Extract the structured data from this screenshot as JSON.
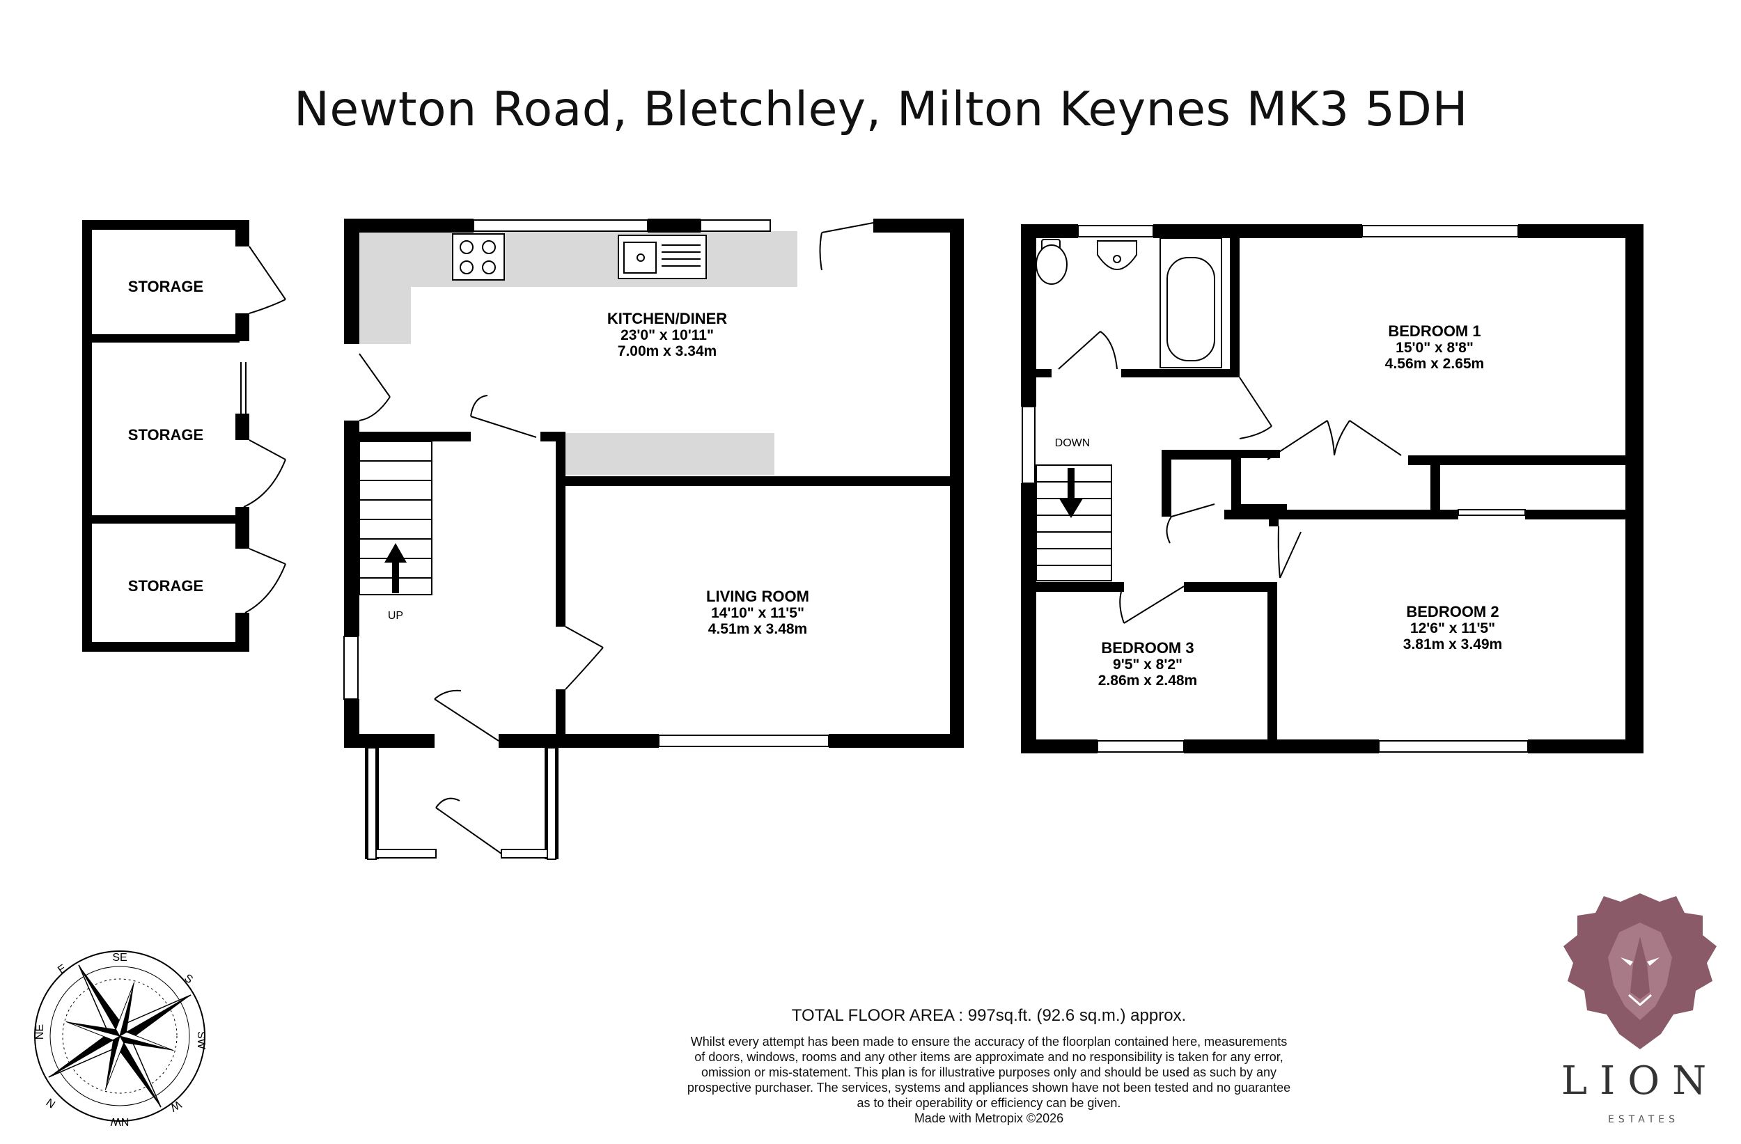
{
  "title": "Newton Road, Bletchley, Milton Keynes MK3 5DH",
  "rooms": {
    "storage_1": "STORAGE",
    "storage_2": "STORAGE",
    "storage_3": "STORAGE",
    "kitchen": {
      "name": "KITCHEN/DINER",
      "imperial": "23'0\"  x 10'11\"",
      "metric": "7.00m  x 3.34m"
    },
    "living": {
      "name": "LIVING ROOM",
      "imperial": "14'10\"  x 11'5\"",
      "metric": "4.51m  x 3.48m"
    },
    "bedroom1": {
      "name": "BEDROOM 1",
      "imperial": "15'0\"  x 8'8\"",
      "metric": "4.56m  x 2.65m"
    },
    "bedroom2": {
      "name": "BEDROOM 2",
      "imperial": "12'6\"  x 11'5\"",
      "metric": "3.81m  x 3.49m"
    },
    "bedroom3": {
      "name": "BEDROOM 3",
      "imperial": "9'5\"  x 8'2\"",
      "metric": "2.86m  x 2.48m"
    }
  },
  "stairs": {
    "up": "UP",
    "down": "DOWN"
  },
  "compass": {
    "labels": [
      "SE",
      "S",
      "SW",
      "W",
      "NW",
      "N",
      "NE",
      "E"
    ]
  },
  "footer": {
    "total_area": "TOTAL FLOOR AREA : 997sq.ft. (92.6 sq.m.) approx.",
    "disclaimer_lines": [
      "Whilst every attempt has been made to ensure the accuracy of the floorplan contained here, measurements",
      "of doors, windows, rooms and any other items are approximate and no responsibility is taken for any error,",
      "omission or mis-statement. This plan is for illustrative purposes only and should be used as such by any",
      "prospective purchaser. The services, systems and appliances shown have not been tested and no guarantee",
      "as to their operability or efficiency can be given.",
      "Made with Metropix ©2026"
    ]
  },
  "logo": {
    "word": "LION",
    "sub": "ESTATES",
    "color": "#8a5a68"
  },
  "colors": {
    "wall": "#000000",
    "shade": "#d9d9d9"
  }
}
